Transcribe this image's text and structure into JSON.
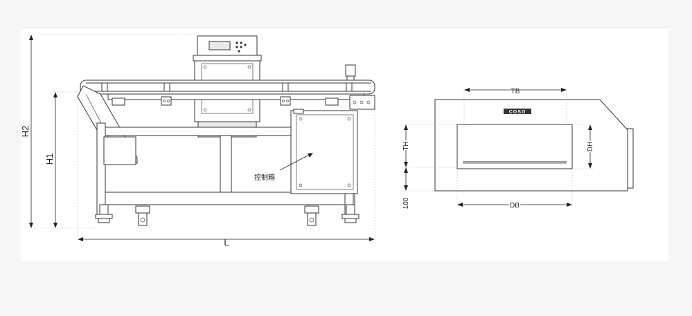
{
  "front_view": {
    "dim_h2": "H2",
    "dim_h1": "H1",
    "dim_l": "L",
    "control_box_label": "控制箱"
  },
  "side_view": {
    "dim_tb": "TB",
    "dim_dh": "DH",
    "dim_th": "TH",
    "dim_100": "100",
    "dim_db": "DB",
    "logo": "COSO"
  }
}
